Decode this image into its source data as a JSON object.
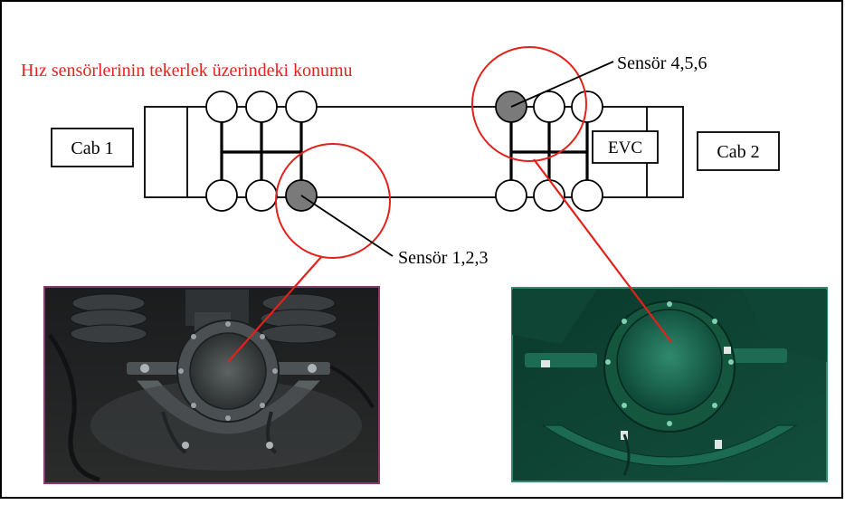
{
  "diagram": {
    "title": "Hız sensörlerinin tekerlek üzerindeki konumu",
    "cab_left": "Cab 1",
    "cab_right": "Cab 2",
    "evc": "EVC",
    "sensor_group_left": "Sensör 1,2,3",
    "sensor_group_right": "Sensör 4,5,6"
  },
  "colors": {
    "title": "#e8221c",
    "highlight": "#e3211b",
    "sensor_wheel": "#7a7a7a",
    "line": "#000000",
    "left_photo_border": "#8a3a6a",
    "right_photo_border": "#2e8b6e"
  },
  "photos": {
    "left": "wheel-axle-sensor-photo-dark",
    "right": "wheel-axle-sensor-photo-green"
  }
}
